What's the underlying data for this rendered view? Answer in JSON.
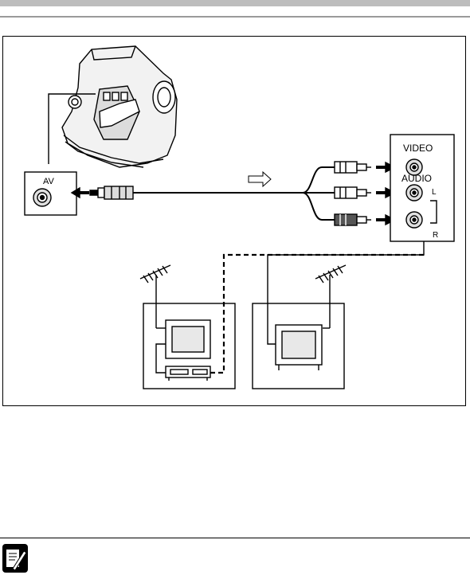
{
  "diagram": {
    "jack_labels": {
      "av": "AV",
      "video": "VIDEO",
      "audio": "AUDIO",
      "left": "L",
      "right": "R"
    },
    "icons": {
      "camcorder": "camcorder-icon",
      "signal_direction": "outline-arrow-icon",
      "antenna": "antenna-icon",
      "tv": "tv-icon",
      "vcr": "vcr-icon",
      "note": "note-pencil-icon"
    },
    "colors": {
      "line": "#000000",
      "header_bar": "#bdbdbd",
      "jack_fill": "#e0e0e0",
      "plug_dark": "#555555"
    }
  }
}
